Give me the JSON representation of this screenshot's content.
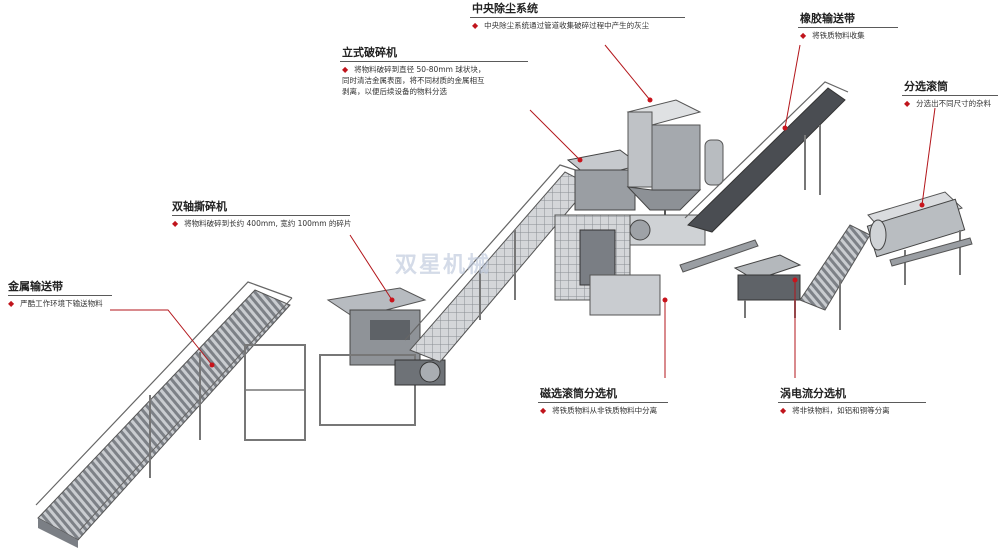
{
  "watermark": "双星机械",
  "callouts": {
    "metal_conveyor": {
      "title": "金属输送带",
      "desc": [
        "严酷工作环境下输送物料"
      ]
    },
    "twin_shaft_shredder": {
      "title": "双轴撕碎机",
      "desc": [
        "将物料破碎到长约 400mm, 宽约 100mm 的碎片"
      ]
    },
    "vertical_crusher": {
      "title": "立式破碎机",
      "desc": [
        "将物料破碎到直径 50-80mm 球状块，",
        "同时清洁金属表面，将不同材质的金属相互",
        "剥离，以便后续设备的物料分选"
      ]
    },
    "dust_system": {
      "title": "中央除尘系统",
      "desc": [
        "中央除尘系统通过管道收集破碎过程中产生的灰尘"
      ]
    },
    "rubber_conveyor": {
      "title": "橡胶输送带",
      "desc": [
        "将铁质物料收集"
      ]
    },
    "trommel": {
      "title": "分选滚筒",
      "desc": [
        "分选出不同尺寸的杂料"
      ]
    },
    "magnetic_drum": {
      "title": "磁选滚筒分选机",
      "desc": [
        "将铁质物料从非铁质物料中分离"
      ]
    },
    "eddy_current": {
      "title": "涡电流分选机",
      "desc": [
        "将非铁物料，如铝和铜等分离"
      ]
    }
  },
  "colors": {
    "accent": "#c8141c",
    "steel": "#6b6f75",
    "frame": "#8c9096",
    "light": "#d9dbde"
  }
}
